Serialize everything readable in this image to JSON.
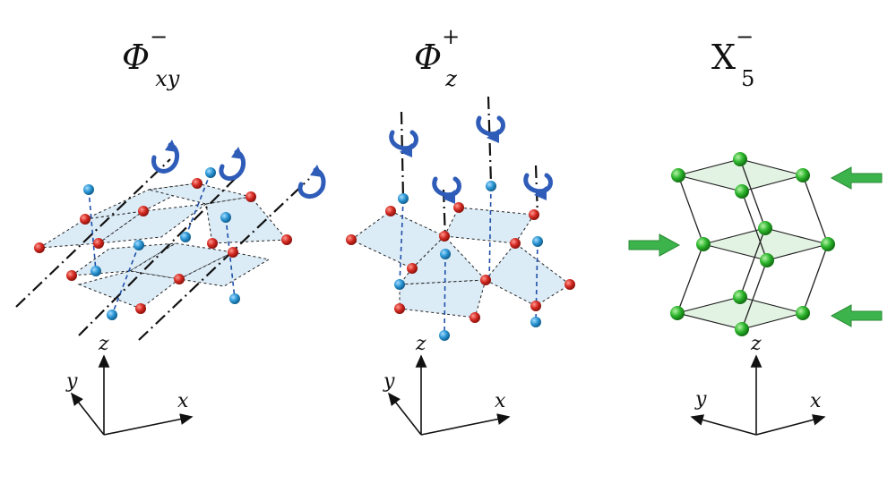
{
  "panels": [
    {
      "symbol": "Φ",
      "sup": "−",
      "sub": "xy",
      "axes": {
        "x": "x",
        "y": "y",
        "z": "z"
      }
    },
    {
      "symbol": "Φ",
      "sup": "+",
      "sub": "z",
      "axes": {
        "x": "x",
        "y": "y",
        "z": "z"
      }
    },
    {
      "symbol": "X",
      "sup": "−",
      "sub": "5",
      "axes": {
        "x": "x",
        "y": "y",
        "z": "z"
      }
    }
  ],
  "colors": {
    "oxygen": "#d42a22",
    "cation": "#2a96d4",
    "green_atom": "#2cb52c",
    "plaquette": "#dcecf7",
    "green_face": "#e3f3e3",
    "rotation_arrow": "#2e5cb8",
    "green_arrow": "#3cb44b",
    "bond_dashed": "#1f4fa8"
  }
}
